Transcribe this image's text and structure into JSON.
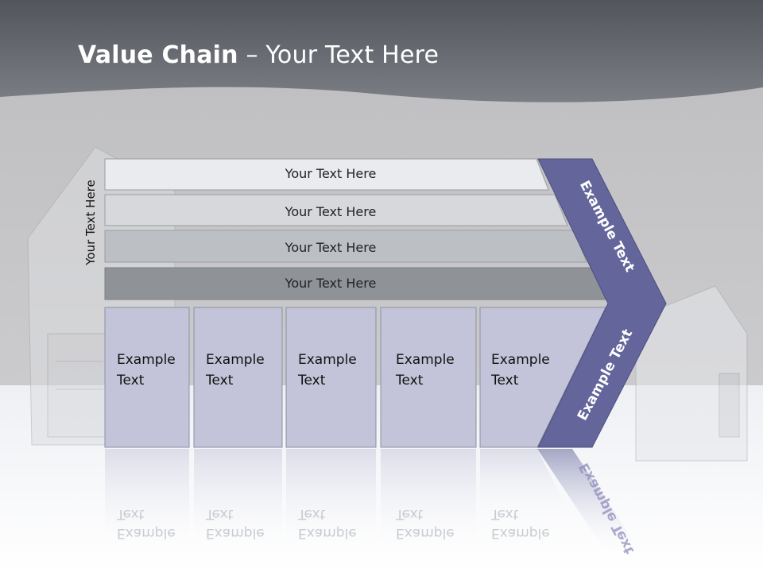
{
  "slide": {
    "title_bold": "Value Chain",
    "title_rest": " – Your Text Here",
    "side_label": "Your Text Here"
  },
  "bars": [
    {
      "label": "Your Text Here",
      "color": "#eaebee"
    },
    {
      "label": "Your Text Here",
      "color": "#d6d8dc"
    },
    {
      "label": "Your Text Here",
      "color": "#bcbfc4"
    },
    {
      "label": "Your Text Here",
      "color": "#8f9297"
    }
  ],
  "boxes": [
    {
      "label": "Example\nText"
    },
    {
      "label": "Example\nText"
    },
    {
      "label": "Example\nText"
    },
    {
      "label": "Example\nText"
    },
    {
      "label": "Example\nText"
    }
  ],
  "chevron": {
    "top_label": "Example Text",
    "bottom_label": "Example Text",
    "color": "#63659b"
  },
  "colors": {
    "header": "#6a6e74",
    "background": "#c6c6c8",
    "box_fill": "#c3c4d9"
  }
}
